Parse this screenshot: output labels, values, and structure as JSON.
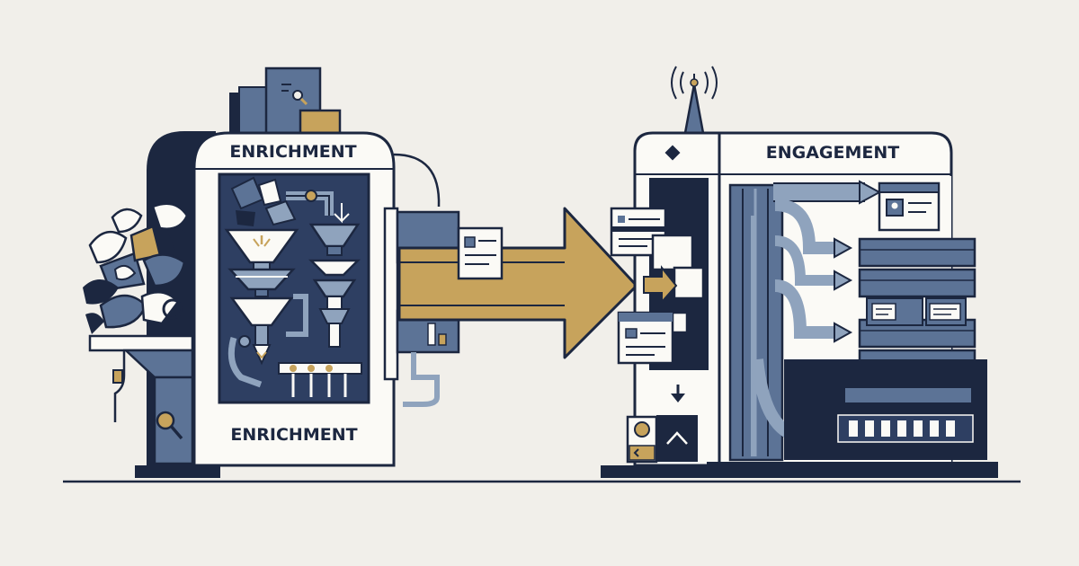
{
  "machines": {
    "left": {
      "title": "ENRICHMENT",
      "footer": "ENRICHMENT"
    },
    "right": {
      "title": "ENGAGEMENT"
    }
  },
  "colors": {
    "background": "#f1efea",
    "navy": "#1c2740",
    "slate": "#5c7396",
    "slate_light": "#8fa3bd",
    "gold": "#c7a35c",
    "paper": "#fbfaf6"
  },
  "icons": [
    "magnifier-icon",
    "funnel-icon",
    "antenna-icon",
    "profile-card-icon",
    "down-arrow-icon",
    "up-chevron-icon"
  ]
}
